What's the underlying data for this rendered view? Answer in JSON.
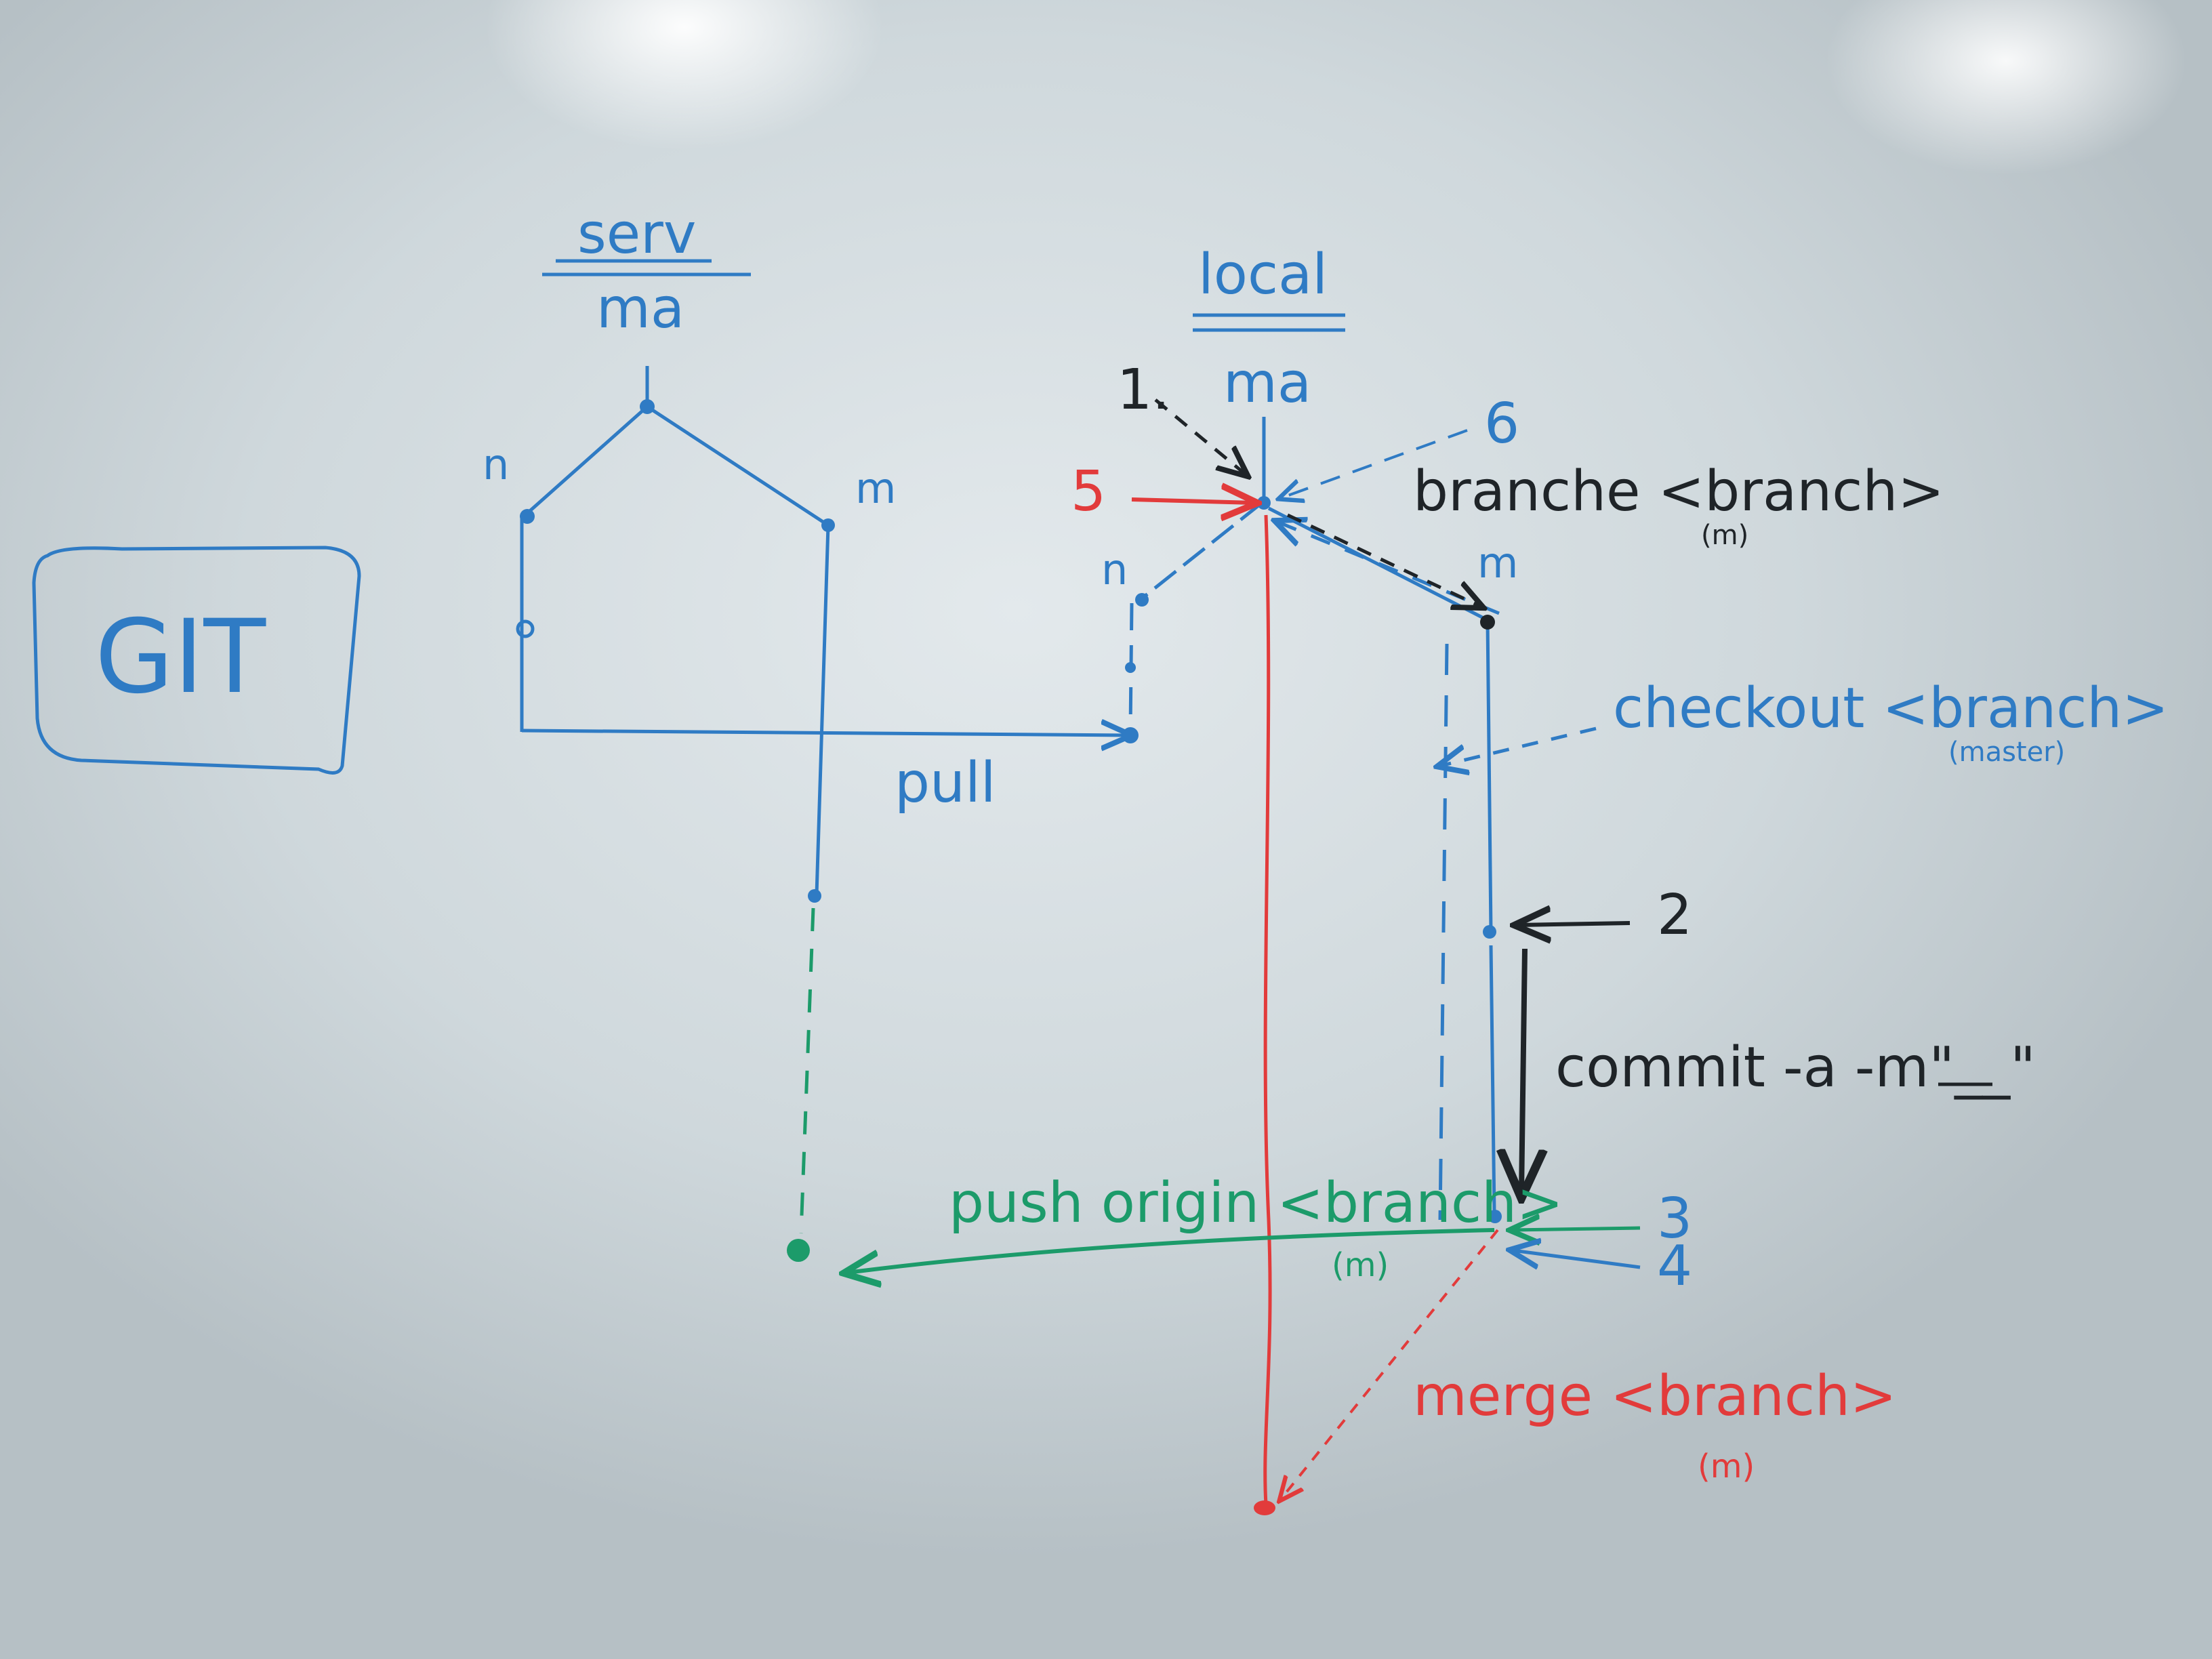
{
  "title": "GIT",
  "server": {
    "heading": "serv",
    "trunk": "ma",
    "branch_left": "n",
    "branch_right": "m"
  },
  "local": {
    "heading": "local",
    "trunk": "ma",
    "branch_left": "n",
    "branch_right": "m"
  },
  "steps": {
    "s1": "1.",
    "s2": "2",
    "s3": "3",
    "s4": "4",
    "s5": "5",
    "s6": "6"
  },
  "commands": {
    "pull": "pull",
    "branch": {
      "label": "branche <branch>",
      "arg": "(m)"
    },
    "checkout": {
      "label": "checkout <branch>",
      "arg": "(master)"
    },
    "commit": {
      "label": "commit -a -m\"__\""
    },
    "push": {
      "label": "push origin <branch>",
      "arg": "(m)"
    },
    "merge": {
      "label": "merge <branch>",
      "arg": "(m)"
    }
  },
  "colors": {
    "blue": "#2f7bc4",
    "black": "#1f2428",
    "red": "#e23b3b",
    "green": "#1c9b6a"
  }
}
